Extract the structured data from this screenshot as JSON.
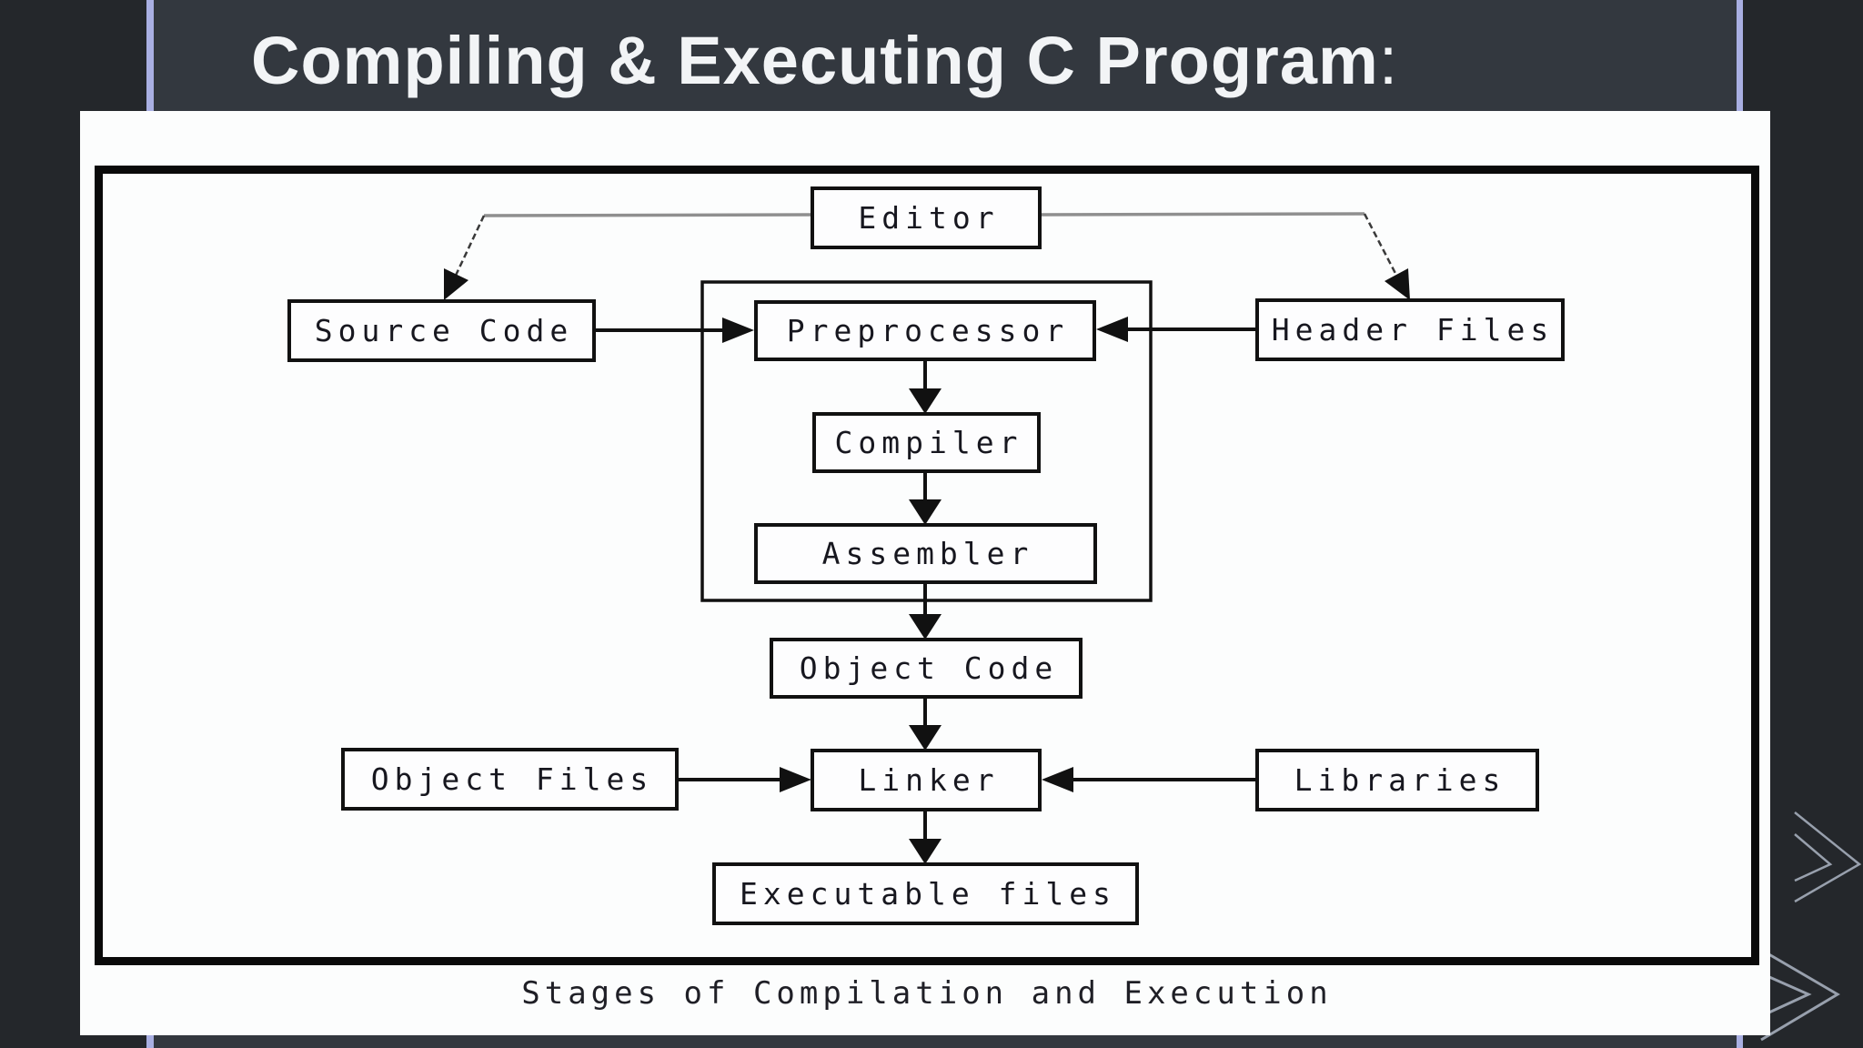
{
  "title": {
    "text": "Compiling & Executing C Program",
    "colon": ":"
  },
  "diagram": {
    "caption": "Stages of Compilation and Execution",
    "nodes": {
      "editor": "Editor",
      "source_code": "Source Code",
      "preprocessor": "Preprocessor",
      "header_files": "Header Files",
      "compiler": "Compiler",
      "assembler": "Assembler",
      "object_code": "Object Code",
      "object_files": "Object Files",
      "linker": "Linker",
      "libraries": "Libraries",
      "executable_files": "Executable files"
    },
    "edges": [
      {
        "from": "Editor",
        "to": "Source Code"
      },
      {
        "from": "Editor",
        "to": "Header Files"
      },
      {
        "from": "Source Code",
        "to": "Preprocessor"
      },
      {
        "from": "Header Files",
        "to": "Preprocessor"
      },
      {
        "from": "Preprocessor",
        "to": "Compiler"
      },
      {
        "from": "Compiler",
        "to": "Assembler"
      },
      {
        "from": "Assembler",
        "to": "Object Code"
      },
      {
        "from": "Object Code",
        "to": "Linker"
      },
      {
        "from": "Object Files",
        "to": "Linker"
      },
      {
        "from": "Libraries",
        "to": "Linker"
      },
      {
        "from": "Linker",
        "to": "Executable files"
      }
    ]
  },
  "icons": {
    "chevron_right_icon": "›"
  },
  "colors": {
    "background_outer": "#24272b",
    "background_band": "#33383f",
    "accent_lavender": "#a9afe2",
    "panel_white": "#fcfdfd",
    "title_text": "#f2f4f6",
    "node_text": "#17171f",
    "connector_black": "#111111",
    "editor_wing_gray": "#8f8f8f",
    "chevron_gray": "#98a0ad"
  }
}
